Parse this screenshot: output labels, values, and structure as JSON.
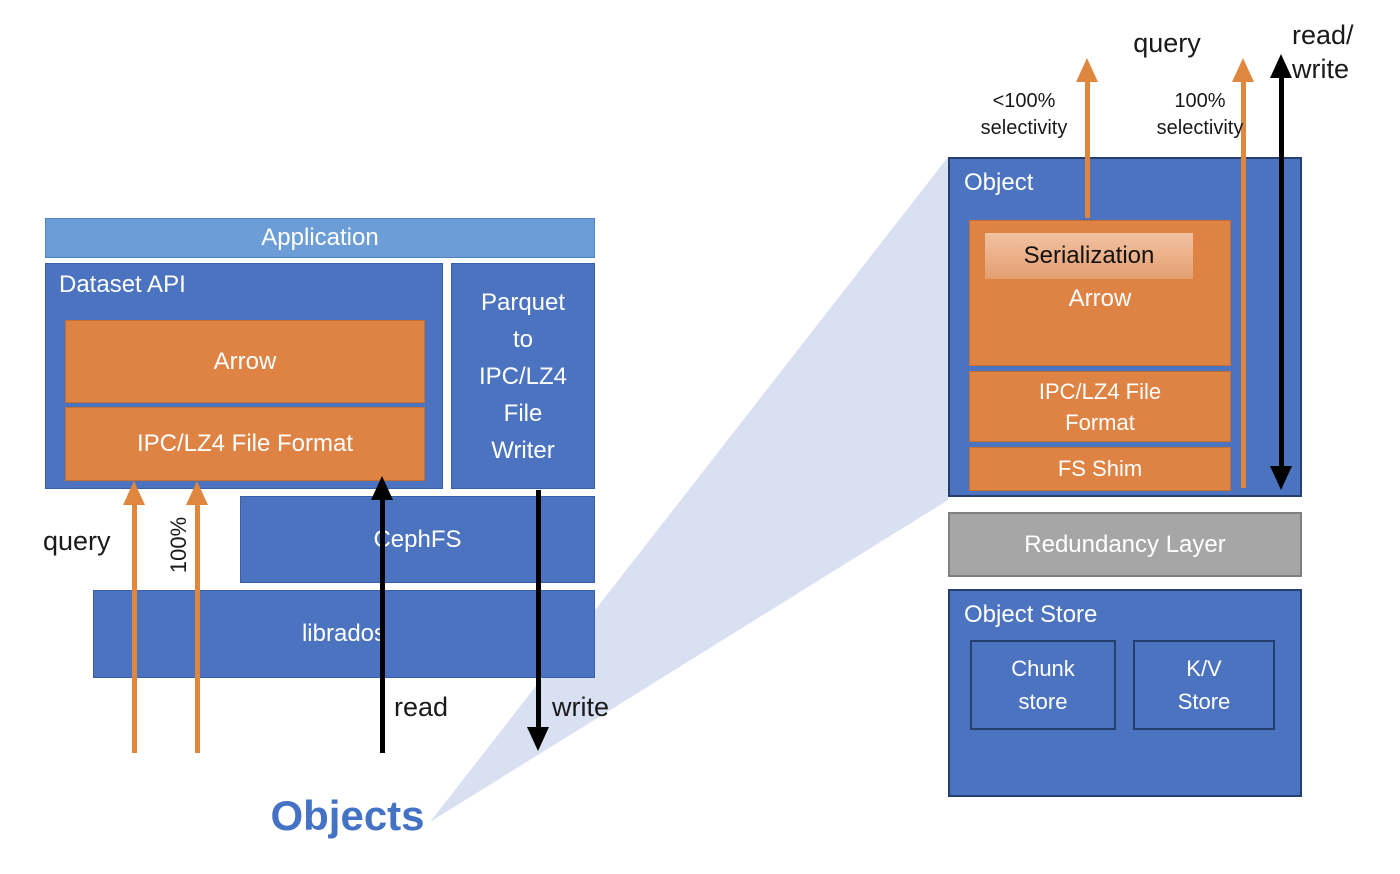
{
  "title": "Storage architecture diagram",
  "colors": {
    "blue": "#4B73C0",
    "light-blue": "#6D9DD6",
    "orange": "#DF8344",
    "orange-border": "#C76F2F",
    "serial-light": "#F2C2A2",
    "serial-dark": "#E49E70",
    "gray": "#A6A6A6",
    "gray-border": "#808080",
    "navy-border": "#23406F",
    "blue-border": "#3A5FA8",
    "beam": "#D9E0F2",
    "arrow-orange": "#E0873F",
    "arrow-black": "#000000",
    "objects-text": "#4472C4",
    "app-border": "#4D82C6"
  },
  "left": {
    "application": "Application",
    "dataset_api": "Dataset API",
    "arrow_box": "Arrow",
    "ipc_box": "IPC/LZ4 File Format",
    "parquet_lines": [
      "Parquet",
      "to",
      "IPC/LZ4",
      "File",
      "Writer"
    ],
    "cephfs": "CephFS",
    "librados": "librados",
    "query_label": "query",
    "pct_label": "100%",
    "read_label": "read",
    "write_label": "write",
    "objects_label": "Objects"
  },
  "right": {
    "object_title": "Object",
    "serialization": "Serialization",
    "arrow_label": "Arrow",
    "ipc_lines": [
      "IPC/LZ4 File",
      "Format"
    ],
    "fs_shim": "FS Shim",
    "redundancy": "Redundancy Layer",
    "object_store_title": "Object Store",
    "chunk_lines": [
      "Chunk",
      "store"
    ],
    "kv_lines": [
      "K/V",
      "Store"
    ],
    "query_label": "query",
    "lt100_lines": [
      "<100%",
      "selectivity"
    ],
    "p100_lines": [
      "100%",
      "selectivity"
    ],
    "read_write_lines": [
      "read/",
      "write"
    ]
  }
}
